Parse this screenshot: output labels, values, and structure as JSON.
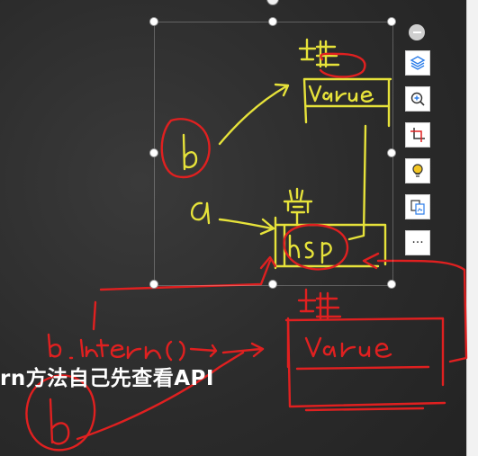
{
  "slide": {
    "text": "rn方法自己先查看API"
  },
  "toolbar": {
    "buttons": [
      {
        "name": "collapse-toolbar-button",
        "icon": "minus-icon"
      },
      {
        "name": "layers-button",
        "icon": "layers-icon"
      },
      {
        "name": "zoom-button",
        "icon": "zoom-in-icon"
      },
      {
        "name": "crop-button",
        "icon": "crop-icon"
      },
      {
        "name": "idea-button",
        "icon": "lightbulb-icon"
      },
      {
        "name": "replace-image-button",
        "icon": "replace-image-icon"
      },
      {
        "name": "more-button",
        "icon": "more-icon",
        "label": "···"
      }
    ]
  },
  "colors": {
    "yellow_ink": "#e6e23a",
    "red_ink": "#e02020",
    "accent_blue": "#2b7de9"
  }
}
